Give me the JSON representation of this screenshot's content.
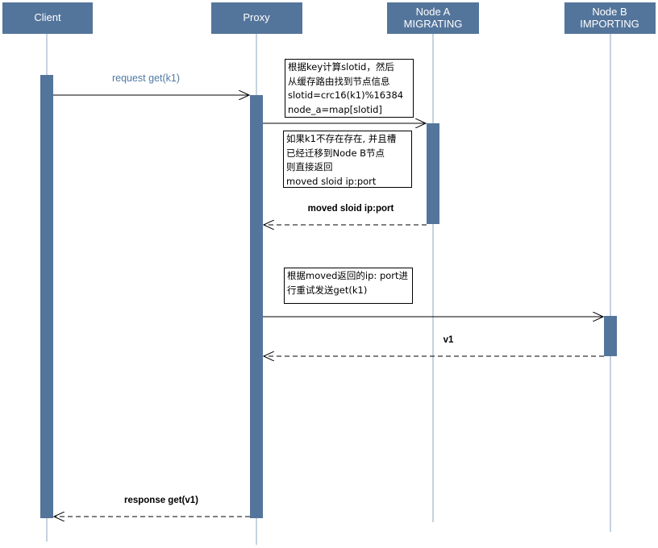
{
  "participants": {
    "client": {
      "label": "Client"
    },
    "proxy": {
      "label": "Proxy"
    },
    "node_a": {
      "line1": "Node A",
      "line2": "MIGRATING"
    },
    "node_b": {
      "line1": "Node B",
      "line2": "IMPORTING"
    }
  },
  "messages": {
    "request": "request get(k1)",
    "moved": "moved  sloid ip:port",
    "v1": "v1",
    "response": "response get(v1)"
  },
  "notes": {
    "compute_slot": {
      "lines": [
        "根据key计算slotid，然后",
        "从缓存路由找到节点信息",
        "slotid=crc16(k1)%16384",
        "node_a=map[slotid]"
      ]
    },
    "moved_check": {
      "lines": [
        "如果k1不存在存在, 并且槽",
        "已经迁移到Node B节点",
        "则直接返回",
        "moved  sloid ip:port"
      ]
    },
    "retry": {
      "lines": [
        "根据moved返回的ip: port进",
        "行重试发送get(k1)"
      ]
    }
  },
  "colors": {
    "header": "#54759b",
    "activation": "#54759b",
    "lifeline": "#8da4c0",
    "arrow": "#000000",
    "label": "#4f7aa6"
  }
}
